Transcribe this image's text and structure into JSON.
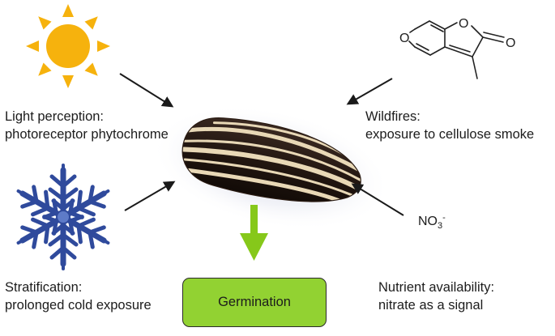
{
  "factors": {
    "light": {
      "title": "Light perception:",
      "detail": "photoreceptor phytochrome",
      "icon": "sun-icon"
    },
    "wildfire": {
      "title": "Wildfires:",
      "detail": "exposure to cellulose smoke",
      "icon": "butenolide-molecule-icon"
    },
    "stratification": {
      "title": "Stratification:",
      "detail": "prolonged cold exposure",
      "icon": "snowflake-icon"
    },
    "nutrient": {
      "title": "Nutrient availability:",
      "detail": "nitrate as a signal",
      "icon": "nitrate-formula"
    }
  },
  "nitrate": {
    "base": "NO",
    "subscript": "3",
    "superscript": "-"
  },
  "molecule": {
    "ring_oxygen": "O",
    "furanone_oxygen": "O",
    "carbonyl_oxygen": "O"
  },
  "center": {
    "seed_icon": "sunflower-seed-icon"
  },
  "outcome": {
    "label": "Germination"
  },
  "colors": {
    "sun": "#f6b20d",
    "snowflake": "#2f4a9c",
    "germination_box": "#92d232",
    "down_arrow": "#86c81a",
    "arrow": "#1a1a1a"
  }
}
